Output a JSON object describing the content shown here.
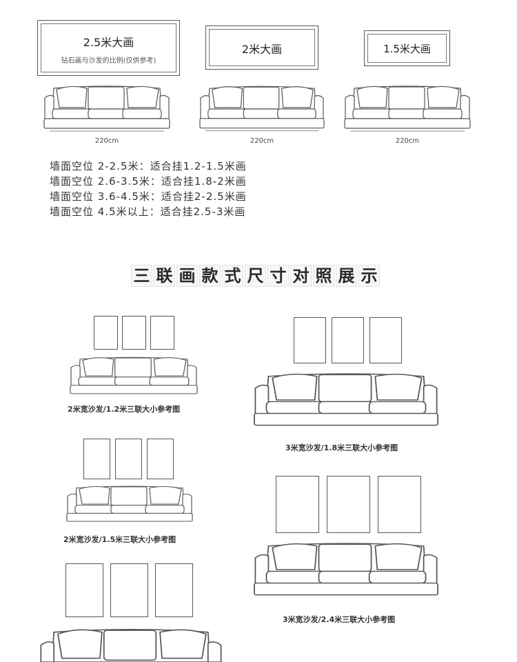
{
  "top": {
    "frames": [
      {
        "title": "2.5米大画",
        "subtitle": "钻石画与沙发的比例(仅供参考)"
      },
      {
        "title": "2米大画"
      },
      {
        "title": "1.5米大画"
      }
    ],
    "sofa_width_labels": [
      "220cm",
      "220cm",
      "220cm"
    ],
    "rules": [
      "墙面空位 2-2.5米：适合挂1.2-1.5米画",
      "墙面空位 2.6-3.5米：适合挂1.8-2米画",
      "墙面空位 3.6-4.5米：适合挂2-2.5米画",
      "墙面空位 4.5米以上：适合挂2.5-3米画"
    ]
  },
  "section": {
    "heading_chars": [
      "三",
      "联",
      "画",
      "款",
      "式",
      "尺",
      "寸",
      "对",
      "照",
      "展",
      "示"
    ]
  },
  "triptych": {
    "captions": [
      "2米宽沙发/1.2米三联大小参考图",
      "3米宽沙发/1.8米三联大小参考图",
      "2米宽沙发/1.5米三联大小参考图",
      "3米宽沙发/2.4米三联大小参考图"
    ]
  }
}
